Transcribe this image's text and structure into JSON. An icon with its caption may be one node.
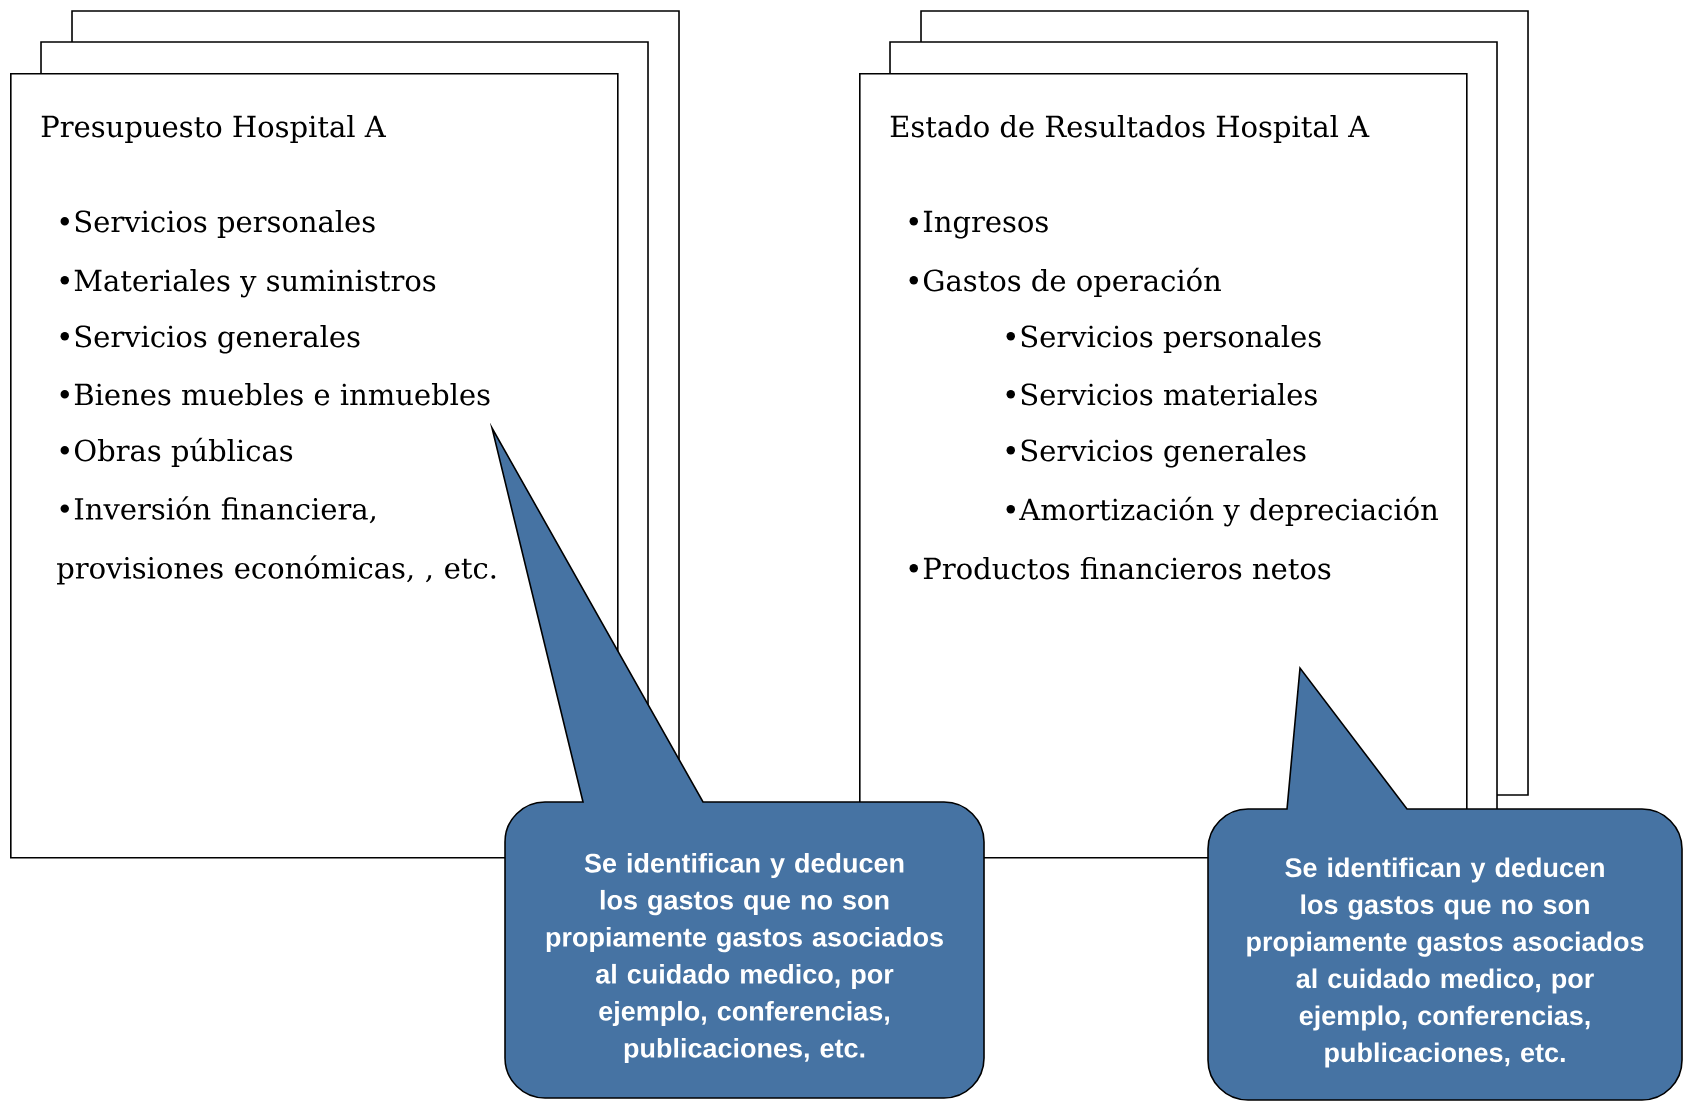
{
  "diagram": {
    "nodes": [
      {
        "text": [
          "Presupuesto Hospital A",
          "•Servicios personales",
          "•Materiales y suministros",
          "•Servicios generales",
          "•Bienes muebles e inmuebles",
          "•Obras públicas",
          "•Inversión financiera, provisiones económicas, , etc."
        ]
      },
      {
        "text": [
          "Se identifican y deducen los gastos que no son propiamente gastos asociados al cuidado medico, por ejemplo, conferencias, publicaciones, etc."
        ]
      },
      {
        "text": [
          "Estado de Resultados Hospital A",
          "•Ingresos",
          "•Gastos de operación",
          "•Servicios personales",
          "•Servicios materiales",
          "•Servicios generales",
          "•Amortización y depreciación",
          "•Productos financieros netos"
        ]
      },
      {
        "text": [
          "Se identifican y deducen los gastos que no son propiamente gastos asociados al cuidado medico, por ejemplo, conferencias, publicaciones, etc."
        ]
      }
    ]
  }
}
